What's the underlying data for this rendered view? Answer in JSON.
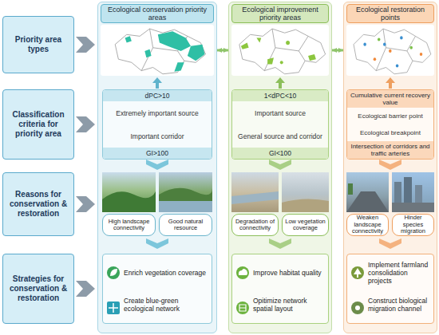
{
  "diagram": {
    "nodes": [
      {
        "text": [
          "Priority area types"
        ]
      },
      {
        "text": [
          "Classification criteria for priority area"
        ]
      },
      {
        "text": [
          "Reasons for conservation & restoration"
        ]
      },
      {
        "text": [
          "Strategies for conservation & restoration"
        ]
      },
      {
        "text": [
          "Ecological conservation priority areas"
        ]
      },
      {
        "text": [
          "dPC>10",
          "Extremely important source",
          "Important corridor",
          "GI>100"
        ],
        "in": 4
      },
      {
        "text": [
          "High landscape connectivity"
        ],
        "in": 4
      },
      {
        "text": [
          "Good natural resource"
        ],
        "in": 4
      },
      {
        "text": [
          "Enrich vegetation coverage",
          "Create blue-green ecological network"
        ],
        "in": 4
      },
      {
        "text": [
          "Ecological improvement priority areas"
        ]
      },
      {
        "text": [
          "1<dPC<10",
          "Important source",
          "General source and corridor",
          "GI<100"
        ],
        "in": 9
      },
      {
        "text": [
          "Degradation of connectivity"
        ],
        "in": 9
      },
      {
        "text": [
          "Low vegetation coverage"
        ],
        "in": 9
      },
      {
        "text": [
          "Improve habitat quality",
          "Opitimize network spatial layout"
        ],
        "in": 9
      },
      {
        "text": [
          "Ecological restoration points"
        ]
      },
      {
        "text": [
          "Cumulative current recovery value",
          "Ecological barrier point",
          "Ecological breakpoint",
          "Intersection of corridors and traffic arteries"
        ],
        "in": 14
      },
      {
        "text": [
          "Weaken landscape connectivity"
        ],
        "in": 14
      },
      {
        "text": [
          "Hinder species migration"
        ],
        "in": 14
      },
      {
        "text": [
          "Implement farmland consolidation projects",
          "Construct biological migration channel"
        ],
        "in": 14
      }
    ],
    "edges": [
      {
        "from": 4,
        "to": 9,
        "arrow": "both"
      },
      {
        "from": 9,
        "to": 14,
        "arrow": "both"
      }
    ]
  }
}
